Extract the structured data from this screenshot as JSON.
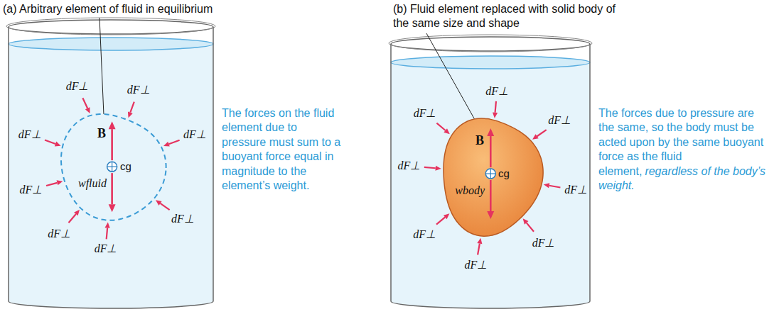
{
  "diagram": {
    "nodes": [
      {
        "text": [
          "B",
          "cg",
          "wfluid"
        ]
      },
      {
        "text": [
          "B",
          "cg",
          "wbody"
        ]
      }
    ],
    "labels": [
      "(a) Arbitrary element of fluid in equilibrium",
      "The forces on the fluid element due to pressure must sum to a buoyant force equal in magnitude to the element’s weight.",
      "(b) Fluid element replaced with solid body of the same size and shape",
      "The forces due to pressure are the same, so the body must be acted upon by the same buoyant force as the fluid element,",
      "regardless of the body’s weight.",
      "dF⊥",
      "dF⊥",
      "dF⊥",
      "dF⊥",
      "dF⊥",
      "dF⊥",
      "dF⊥",
      "dF⊥",
      "dF⊥",
      "dF⊥",
      "dF⊥",
      "dF⊥",
      "dF⊥",
      "dF⊥",
      "dF⊥",
      "dF⊥"
    ]
  }
}
